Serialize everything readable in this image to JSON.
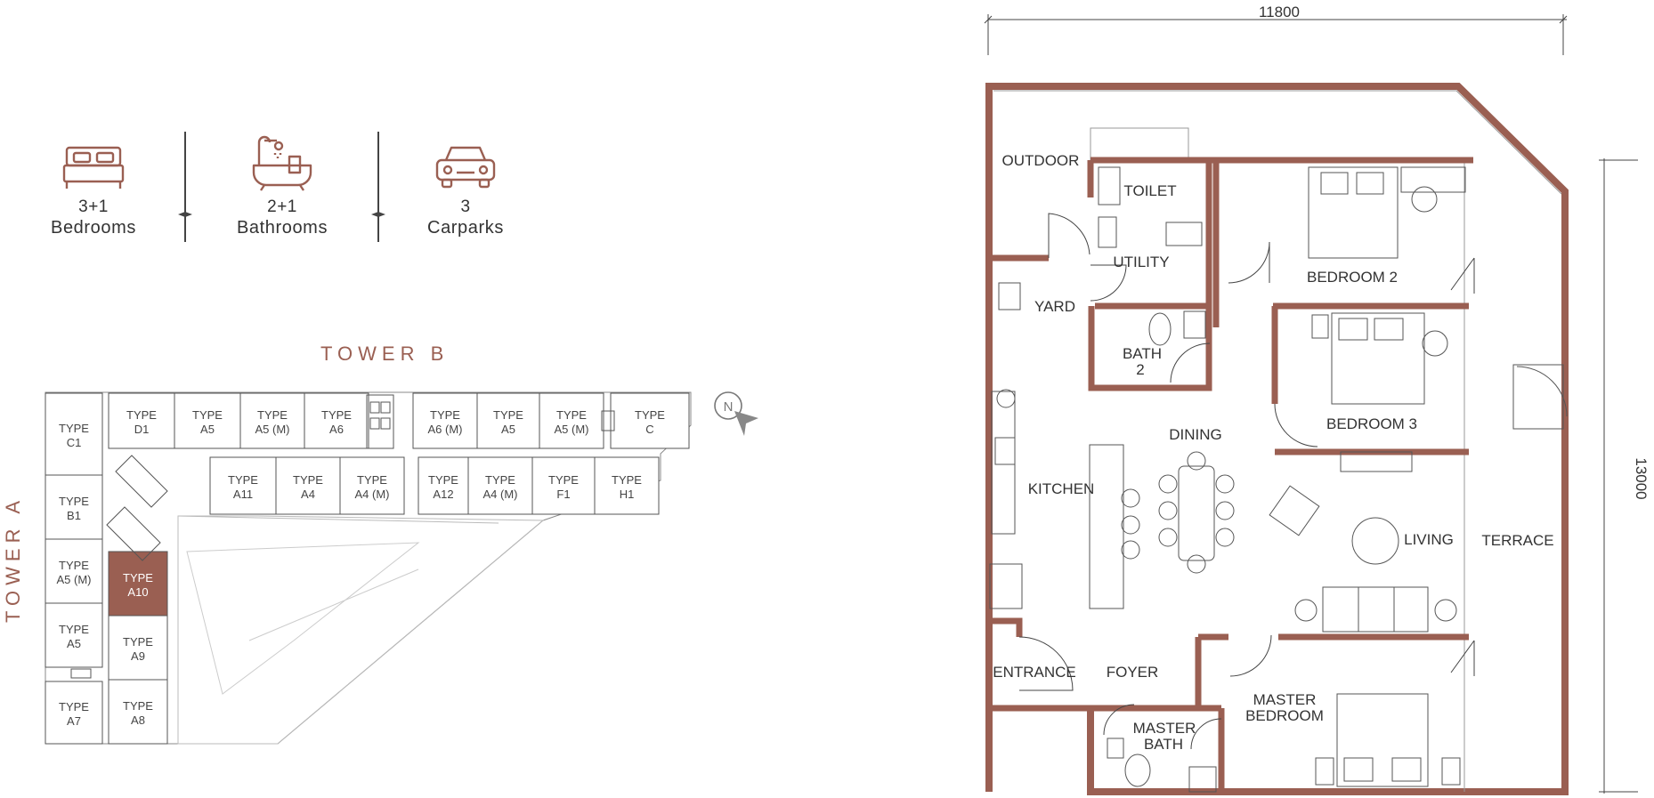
{
  "stats": [
    {
      "icon": "bed-icon",
      "value": "3+1",
      "label": "Bedrooms"
    },
    {
      "icon": "bathtub-icon",
      "value": "2+1",
      "label": "Bathrooms"
    },
    {
      "icon": "car-icon",
      "value": "3",
      "label": "Carparks"
    }
  ],
  "key_plan": {
    "tower_b": "TOWER B",
    "tower_a": "TOWER A",
    "north": "N",
    "highlight_color": "#9a5f52",
    "units_top": [
      {
        "line1": "TYPE",
        "line2": "D1"
      },
      {
        "line1": "TYPE",
        "line2": "A5"
      },
      {
        "line1": "TYPE",
        "line2": "A5 (M)"
      },
      {
        "line1": "TYPE",
        "line2": "A6"
      },
      {
        "line1": "TYPE",
        "line2": "A6 (M)"
      },
      {
        "line1": "TYPE",
        "line2": "A5"
      },
      {
        "line1": "TYPE",
        "line2": "A5 (M)"
      },
      {
        "line1": "TYPE",
        "line2": "C"
      }
    ],
    "units_mid": [
      {
        "line1": "TYPE",
        "line2": "A11"
      },
      {
        "line1": "TYPE",
        "line2": "A4"
      },
      {
        "line1": "TYPE",
        "line2": "A4 (M)"
      },
      {
        "line1": "TYPE",
        "line2": "A12"
      },
      {
        "line1": "TYPE",
        "line2": "A4 (M)"
      },
      {
        "line1": "TYPE",
        "line2": "F1"
      },
      {
        "line1": "TYPE",
        "line2": "H1"
      }
    ],
    "units_left": [
      {
        "line1": "TYPE",
        "line2": "C1"
      },
      {
        "line1": "TYPE",
        "line2": "B1"
      },
      {
        "line1": "TYPE",
        "line2": "A5 (M)"
      },
      {
        "line1": "TYPE",
        "line2": "A5"
      },
      {
        "line1": "TYPE",
        "line2": "A7"
      }
    ],
    "units_inner": [
      {
        "line1": "TYPE",
        "line2": "A10",
        "highlight": true
      },
      {
        "line1": "TYPE",
        "line2": "A9"
      },
      {
        "line1": "TYPE",
        "line2": "A8"
      }
    ]
  },
  "floor_plan": {
    "width_dim": "11800",
    "height_dim": "13000",
    "wall_color": "#9a5f52",
    "rooms": {
      "outdoor": "OUTDOOR",
      "toilet": "TOILET",
      "utility": "UTILITY",
      "yard": "YARD",
      "bath2_l1": "BATH",
      "bath2_l2": "2",
      "bedroom2": "BEDROOM 2",
      "bedroom3": "BEDROOM 3",
      "dining": "DINING",
      "kitchen": "KITCHEN",
      "living": "LIVING",
      "terrace": "TERRACE",
      "entrance": "ENTRANCE",
      "foyer": "FOYER",
      "master_bedroom_l1": "MASTER",
      "master_bedroom_l2": "BEDROOM",
      "master_bath_l1": "MASTER",
      "master_bath_l2": "BATH"
    }
  }
}
